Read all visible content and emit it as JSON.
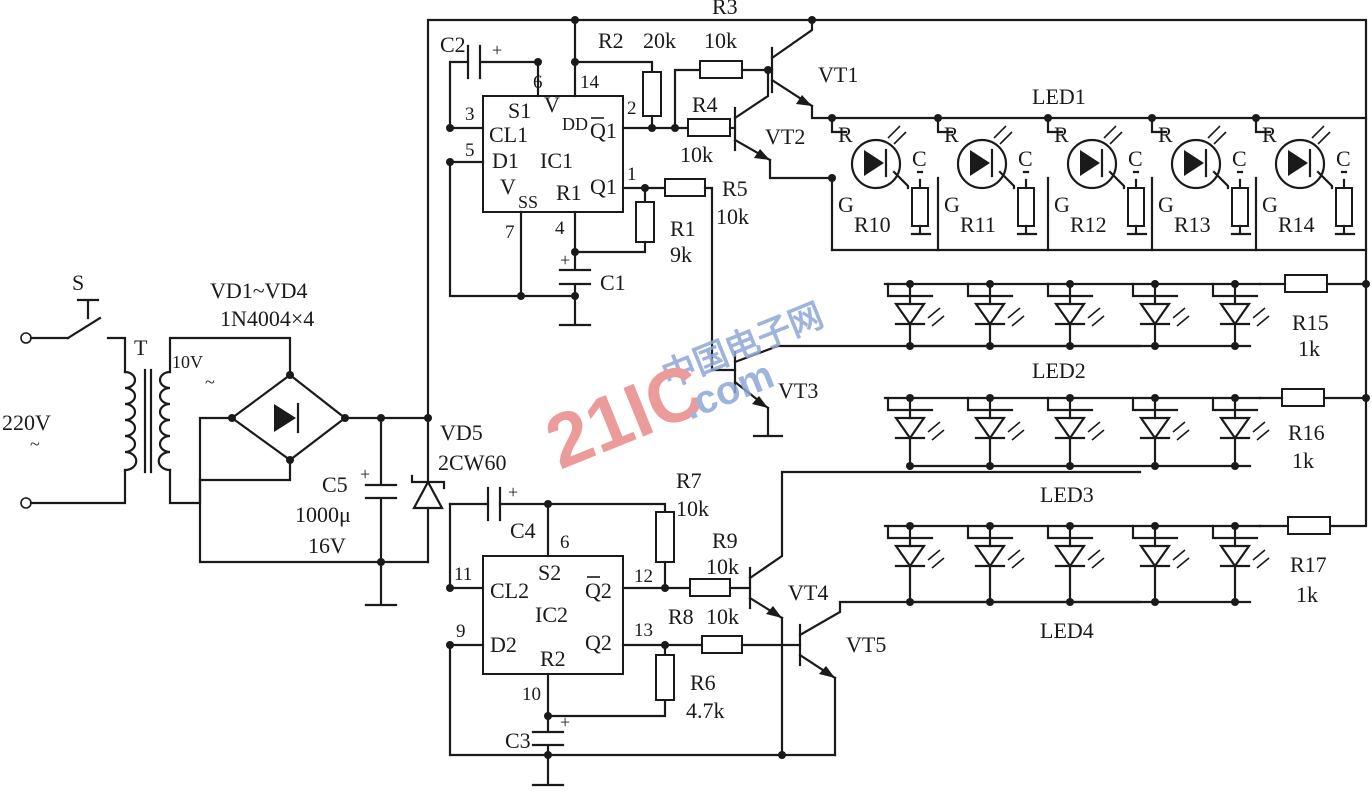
{
  "labels": {
    "switch": "S",
    "transformer": "T",
    "mains": "220V",
    "mains_ac": "~",
    "secondary": "10V",
    "secondary_ac": "~",
    "bridge_name": "VD1~VD4",
    "bridge_part": "1N4004×4",
    "c5_name": "C5",
    "c5_value": "1000μ",
    "c5_voltage": "16V",
    "vd5_name": "VD5",
    "vd5_part": "2CW60",
    "c2_name": "C2",
    "c1_name": "C1",
    "c3_name": "C3",
    "c4_name": "C4",
    "r1_name": "R1",
    "r1_value": "9k",
    "r2_name": "R2",
    "r2_value": "20k",
    "r3_name": "R3",
    "r3_value": "10k",
    "r4_name": "R4",
    "r4_value": "10k",
    "r5_name": "R5",
    "r5_value": "10k",
    "r6_name": "R6",
    "r6_value": "4.7k",
    "r7_name": "R7",
    "r7_value": "10k",
    "r8_name": "R8",
    "r8_value": "10k",
    "r9_name": "R9",
    "r9_value": "10k",
    "r15_name": "R15",
    "r15_value": "1k",
    "r16_name": "R16",
    "r16_value": "1k",
    "r17_name": "R17",
    "r17_value": "1k",
    "vt1": "VT1",
    "vt2": "VT2",
    "vt3": "VT3",
    "vt4": "VT4",
    "vt5": "VT5",
    "led1": "LED1",
    "led2": "LED2",
    "led3": "LED3",
    "led4": "LED4",
    "r10": "R10",
    "r11": "R11",
    "r12": "R12",
    "r13": "R13",
    "r14": "R14",
    "pin_r": "R",
    "pin_g": "G",
    "pin_c": "C",
    "ic1": "IC1",
    "ic1_s1": "S1",
    "ic1_vdd": "V",
    "ic1_vdd_sub": "DD",
    "ic1_cl1": "CL1",
    "ic1_q1n": "Q1",
    "ic1_d1": "D1",
    "ic1_vss": "V",
    "ic1_vss_sub": "SS",
    "ic1_r1": "R1",
    "ic1_q1": "Q1",
    "ic1_p6": "6",
    "ic1_p14": "14",
    "ic1_p3": "3",
    "ic1_p2": "2",
    "ic1_p5": "5",
    "ic1_p1": "1",
    "ic1_p7": "7",
    "ic1_p4": "4",
    "ic2": "IC2",
    "ic2_s2": "S2",
    "ic2_cl2": "CL2",
    "ic2_q2n": "Q2",
    "ic2_d2": "D2",
    "ic2_r2": "R2",
    "ic2_q2": "Q2",
    "ic2_p6": "6",
    "ic2_p11": "11",
    "ic2_p12": "12",
    "ic2_p9": "9",
    "ic2_p13": "13",
    "ic2_p10": "10",
    "plus": "+",
    "wm_cn": "中国电子网",
    "wm_main": "21IC",
    "wm_com": ".com"
  }
}
